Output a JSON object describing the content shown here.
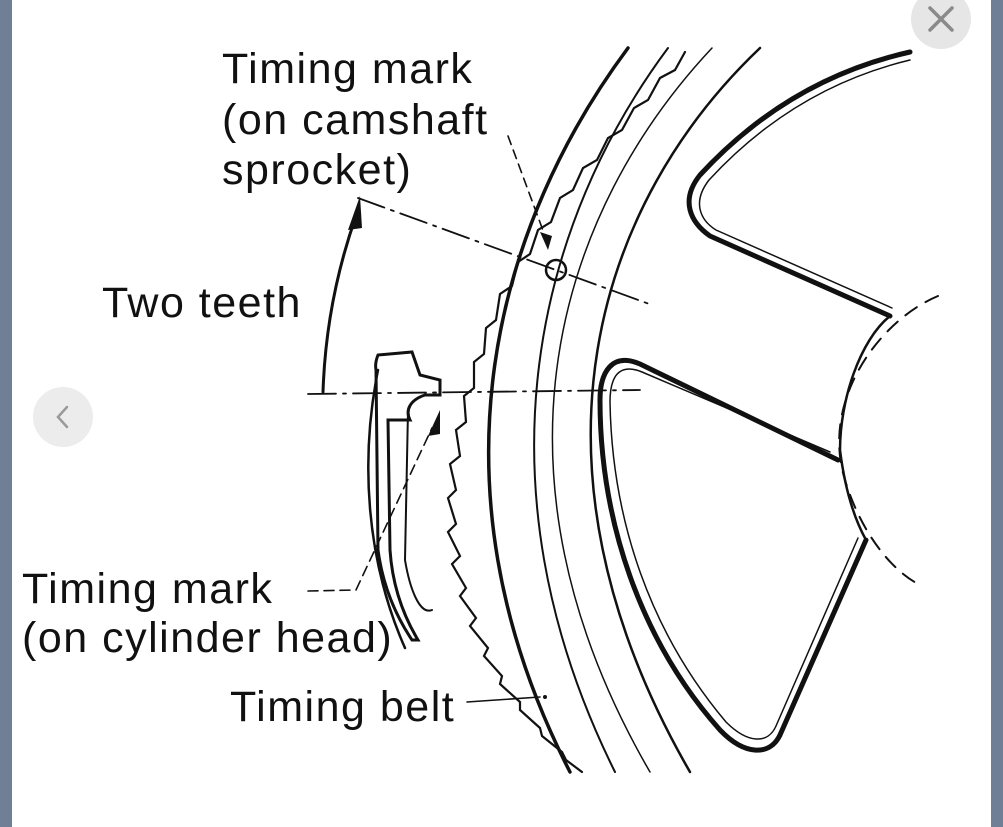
{
  "viewer": {
    "close_icon": "close-icon",
    "prev_icon": "chevron-left-icon"
  },
  "diagram": {
    "labels": {
      "camshaft_mark_l1": "Timing mark",
      "camshaft_mark_l2": "(on camshaft",
      "camshaft_mark_l3": "sprocket)",
      "two_teeth": "Two teeth",
      "head_mark_l1": "Timing mark",
      "head_mark_l2": "(on cylinder head)",
      "timing_belt": "Timing belt"
    }
  },
  "colors": {
    "frame": "#6f7f95",
    "ink": "#111111",
    "button_bg": "#e6e6e6"
  }
}
